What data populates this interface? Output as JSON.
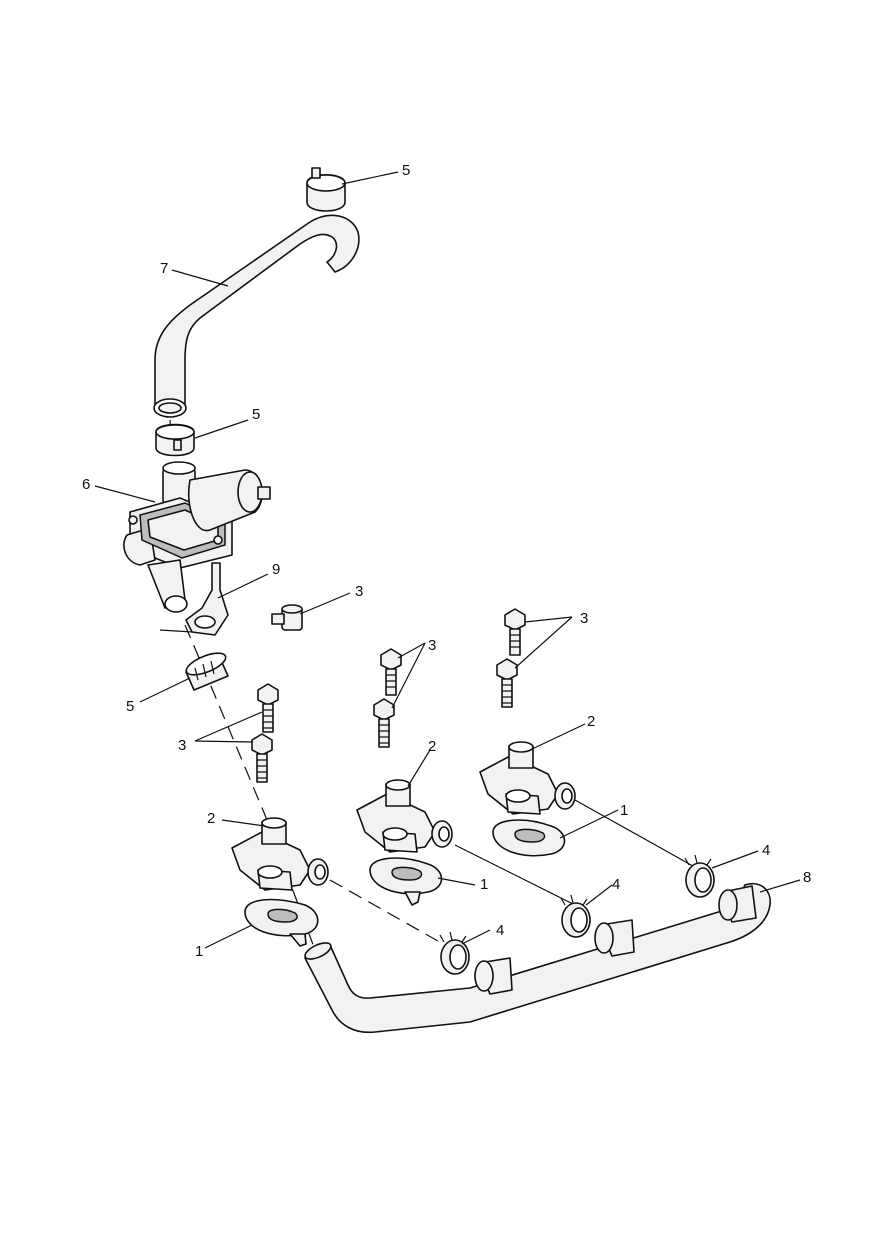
{
  "callouts": [
    "5",
    "7",
    "5",
    "6",
    "9",
    "3",
    "5",
    "3",
    "3",
    "3",
    "2",
    "2",
    "2",
    "1",
    "1",
    "1",
    "4",
    "4",
    "4",
    "8"
  ]
}
